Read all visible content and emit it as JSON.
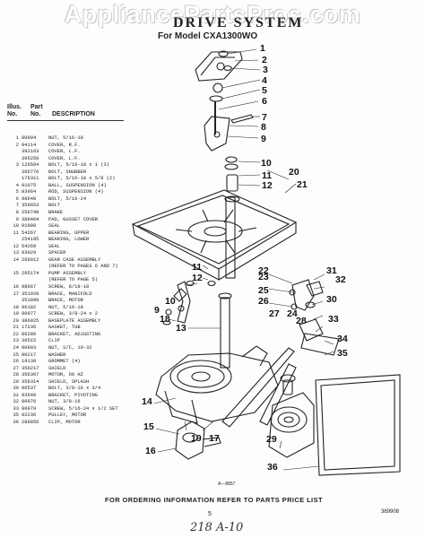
{
  "watermark": "AppliancePartsPros.com",
  "title": "DRIVE SYSTEM",
  "subtitle": "For Model CXA1300WO",
  "list_header": {
    "illus": "Illus.",
    "no": "No.",
    "part": "Part",
    "part_no": "No.",
    "description": "DESCRIPTION"
  },
  "parts": [
    {
      "n": "1",
      "p": "90994",
      "d": "NUT, 5/16-18"
    },
    {
      "n": "2",
      "p": "94114",
      "d": "COVER, R.F."
    },
    {
      "n": "",
      "p": "392163",
      "d": "COVER, L.F."
    },
    {
      "n": "",
      "p": "395250",
      "d": "COVER, L.F."
    },
    {
      "n": "3",
      "p": "126564",
      "d": "BOLT, 5/16-18 x 1 (3)"
    },
    {
      "n": "",
      "p": "366770",
      "d": "BOLT, SNUBBER"
    },
    {
      "n": "",
      "p": "176311",
      "d": "BOLT, 5/16-18 x 5/8 (2)"
    },
    {
      "n": "4",
      "p": "91075",
      "d": "BALL, SUSPENSION (4)"
    },
    {
      "n": "5",
      "p": "83964",
      "d": "ROD, SUSPENSION (4)"
    },
    {
      "n": "6",
      "p": "98648",
      "d": "BOLT, 5/16-24"
    },
    {
      "n": "7",
      "p": "359653",
      "d": "BOLT"
    },
    {
      "n": "8",
      "p": "256748",
      "d": "BRAKE"
    },
    {
      "n": "9",
      "p": "389404",
      "d": "PAD, GUSSET COVER"
    },
    {
      "n": "10",
      "p": "91908",
      "d": "SEAL"
    },
    {
      "n": "11",
      "p": "54267",
      "d": "BEARING, UPPER"
    },
    {
      "n": "",
      "p": "254195",
      "d": "BEARING, LOWER"
    },
    {
      "n": "12",
      "p": "54269",
      "d": "SEAL"
    },
    {
      "n": "13",
      "p": "93029",
      "d": "SPACER"
    },
    {
      "n": "14",
      "p": "266012",
      "d": "GEAR CASE ASSEMBLY"
    },
    {
      "n": "",
      "p": "",
      "d": "(REFER TO PAGES 6 AND 7)"
    },
    {
      "n": "15",
      "p": "285174",
      "d": "PUMP ASSEMBLY"
    },
    {
      "n": "",
      "p": "",
      "d": "(REFER TO PAGE 5)"
    },
    {
      "n": "16",
      "p": "98667",
      "d": "SCREW, 8/18-18"
    },
    {
      "n": "17",
      "p": "351920",
      "d": "BRACE, MANIFOLD"
    },
    {
      "n": "",
      "p": "351899",
      "d": "BRACE, MOTOR"
    },
    {
      "n": "18",
      "p": "96182",
      "d": "NUT, 5/16-18"
    },
    {
      "n": "19",
      "p": "90977",
      "d": "SCREW, 3/8-24 x 2"
    },
    {
      "n": "20",
      "p": "386925",
      "d": "BASEPLATE ASSEMBLY"
    },
    {
      "n": "21",
      "p": "17236",
      "d": "GASKET, TUB"
    },
    {
      "n": "22",
      "p": "86286",
      "d": "BRACKET, ADJUSTING"
    },
    {
      "n": "23",
      "p": "36515",
      "d": "CLIP"
    },
    {
      "n": "24",
      "p": "90603",
      "d": "NUT, S/C, 10-32"
    },
    {
      "n": "25",
      "p": "90217",
      "d": "WASHER"
    },
    {
      "n": "26",
      "p": "19138",
      "d": "GROMMET (4)"
    },
    {
      "n": "27",
      "p": "356217",
      "d": "SHIELD"
    },
    {
      "n": "28",
      "p": "356307",
      "d": "MOTOR, 60 HZ"
    },
    {
      "n": "29",
      "p": "356314",
      "d": "SHIELD, SPLASH"
    },
    {
      "n": "30",
      "p": "96537",
      "d": "BOLT, 3/8-16 x 3/4"
    },
    {
      "n": "31",
      "p": "93549",
      "d": "BRACKET, PIVOTING"
    },
    {
      "n": "32",
      "p": "90976",
      "d": "NUT, 3/8-16"
    },
    {
      "n": "33",
      "p": "90979",
      "d": "SCREW, 5/16-24 x 1/2 SET"
    },
    {
      "n": "35",
      "p": "92236",
      "d": "PULLEY, MOTOR"
    },
    {
      "n": "36",
      "p": "286856",
      "d": "CLIP, MOTOR"
    }
  ],
  "callouts": {
    "c1": "1",
    "c2": "2",
    "c3": "3",
    "c4": "4",
    "c5": "5",
    "c6": "6",
    "c7": "7",
    "c8": "8",
    "c9": "9",
    "c10": "10",
    "c11": "11",
    "c12": "12",
    "c20": "20",
    "c21": "21",
    "c11b": "11",
    "c12b": "12",
    "c9b": "9",
    "c10b": "10",
    "c13": "13",
    "c18": "18",
    "c22": "22",
    "c23": "23",
    "c25": "25",
    "c26": "26",
    "c27": "27",
    "c24": "24",
    "c28": "28",
    "c31": "31",
    "c32": "32",
    "c30": "30",
    "c33": "33",
    "c34": "34",
    "c35": "35",
    "c14": "14",
    "c15": "15",
    "c16": "16",
    "c19": "19",
    "c17": "17",
    "c29": "29",
    "c36": "36"
  },
  "drawing_code": "A—8857",
  "footer": "FOR ORDERING INFORMATION REFER TO PARTS PRICE LIST",
  "page_number": "5",
  "document_number": "369908",
  "handwritten_note": "218 A-10"
}
